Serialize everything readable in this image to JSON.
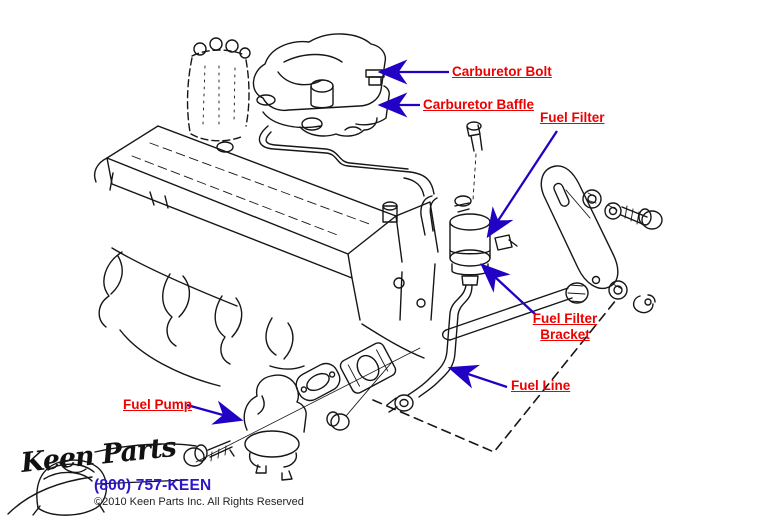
{
  "diagram_title": "Engine fuel system exploded parts diagram",
  "labels": {
    "carburetor_bolt": "Carburetor Bolt",
    "carburetor_baffle": "Carburetor Baffle",
    "fuel_filter": "Fuel Filter",
    "fuel_filter_bracket_line1": "Fuel Filter",
    "fuel_filter_bracket_line2": "Bracket",
    "fuel_line": "Fuel Line",
    "fuel_pump": "Fuel Pump"
  },
  "footer": {
    "logo_text": "Keen Parts",
    "phone": "(800) 757-KEEN",
    "copyright": "©2010 Keen Parts Inc. All Rights Reserved"
  },
  "colors": {
    "label_red": "#ee0000",
    "arrow_blue": "#2200c4",
    "phone_blue": "#2b16c8",
    "ink_black": "#161616"
  },
  "icons": {
    "logo_car": "corvette-front-end-sketch"
  }
}
